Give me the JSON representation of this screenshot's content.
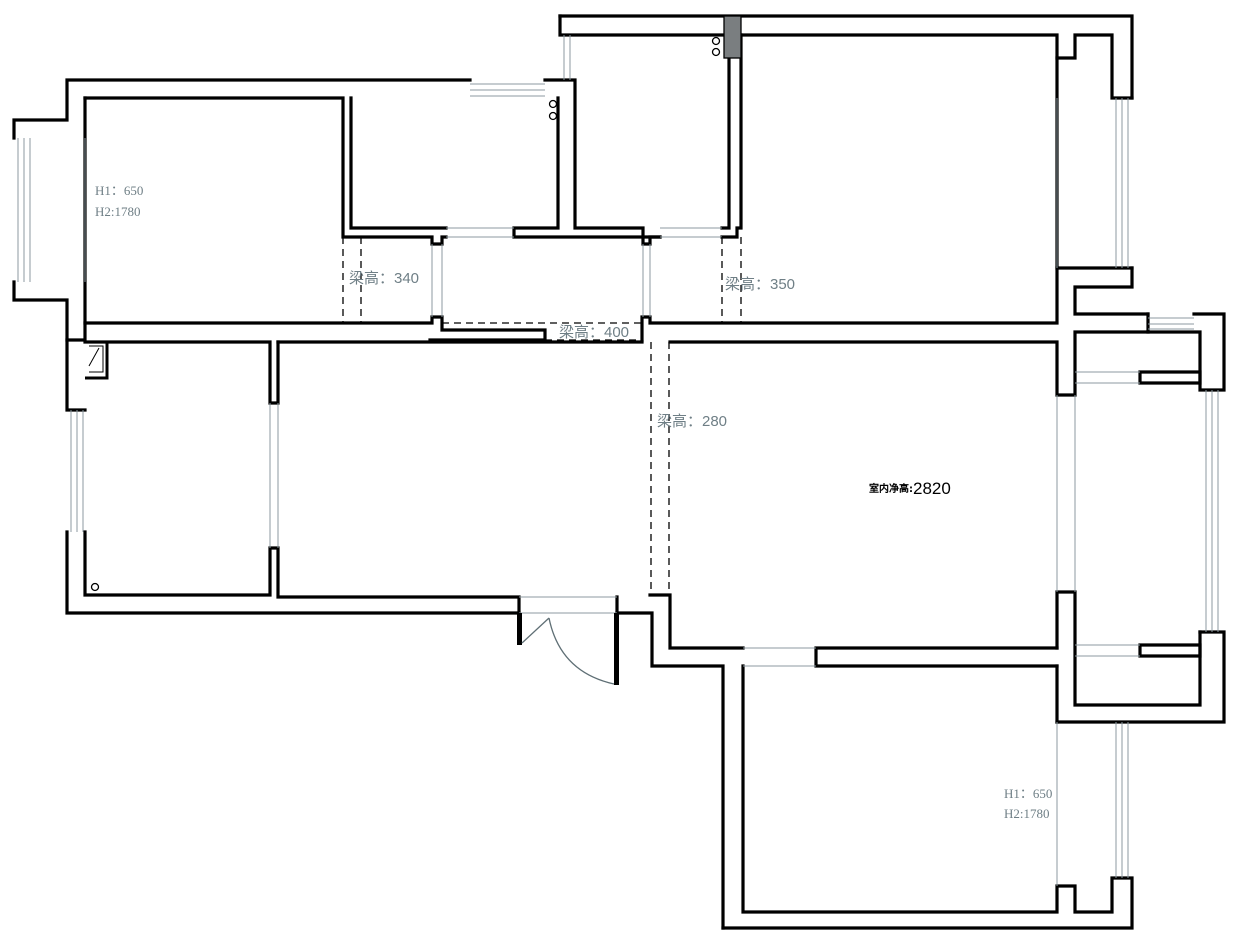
{
  "labels": {
    "beam_340": "梁高：340",
    "beam_350": "梁高：350",
    "beam_400": "梁高：400",
    "beam_280": "梁高：280",
    "ceiling_label": "室内净高:",
    "ceiling_value": "2820",
    "h1_top_left": "H1：650",
    "h2_top_left": "H2:1780",
    "h1_bottom_right": "H1：650",
    "h2_bottom_right": "H2:1780"
  },
  "colors": {
    "wall": "#000000",
    "window_line": "#8c9aa0",
    "label_grey": "#6f7f86",
    "flue_fill": "#7a7e80"
  }
}
